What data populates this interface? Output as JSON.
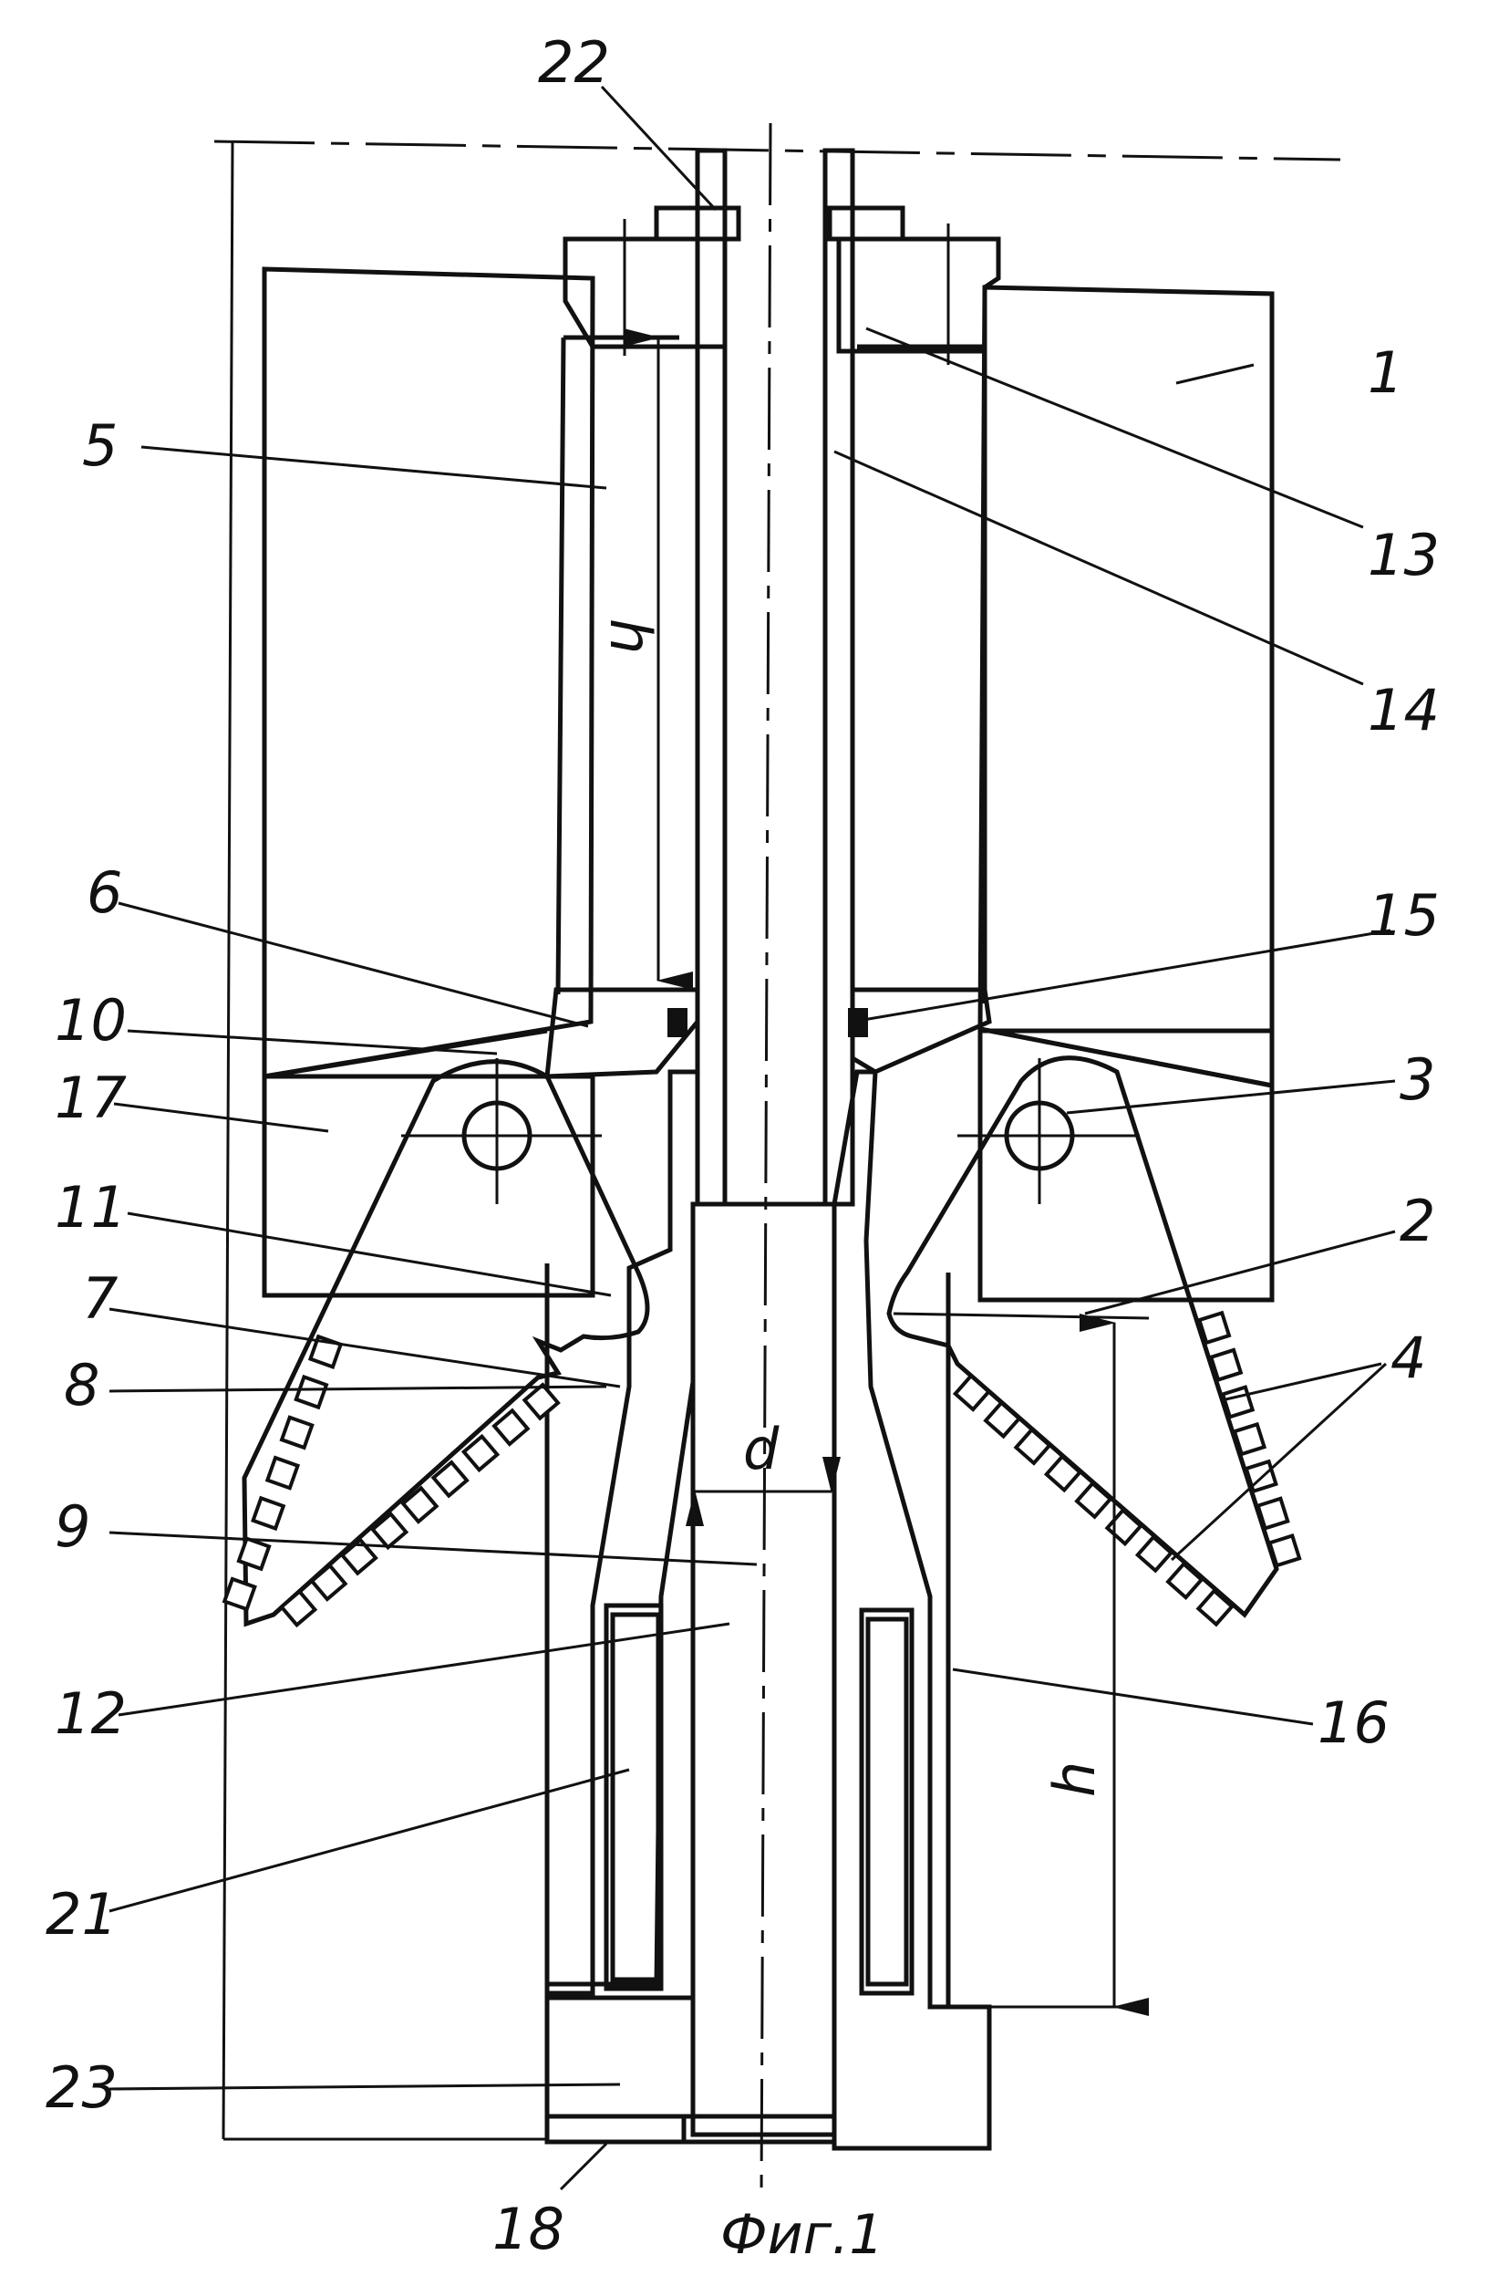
{
  "figure": {
    "caption": "Фиг.1",
    "labels": {
      "l1": "1",
      "l2": "2",
      "l3": "3",
      "l4": "4",
      "l5": "5",
      "l6": "6",
      "l7": "7",
      "l8": "8",
      "l9": "9",
      "l10": "10",
      "l11": "11",
      "l12": "12",
      "l13": "13",
      "l14": "14",
      "l15": "15",
      "l16": "16",
      "l17": "17",
      "l18": "18",
      "l21": "21",
      "l22": "22",
      "l23": "23"
    },
    "dimensions": {
      "h_top": "h",
      "h_bottom": "h",
      "d": "d"
    }
  }
}
